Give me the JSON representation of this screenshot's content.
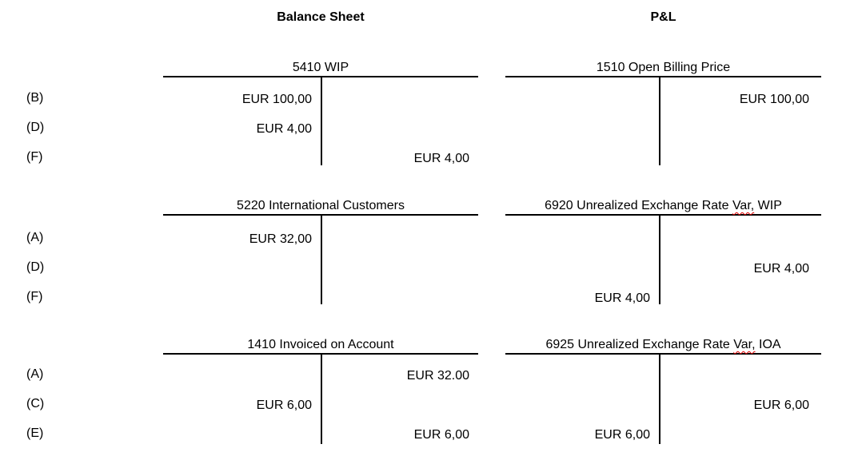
{
  "page": {
    "background_color": "#ffffff",
    "text_color": "#000000",
    "line_color": "#000000",
    "spellcheck_underline_color": "#e00000"
  },
  "headers": {
    "left": "Balance Sheet",
    "right": "P&L"
  },
  "row_labels": {
    "group1": [
      "(B)",
      "(D)",
      "(F)"
    ],
    "group2": [
      "(A)",
      "(D)",
      "(F)"
    ],
    "group3": [
      "(A)",
      "(C)",
      "(E)"
    ]
  },
  "accounts": {
    "wip": {
      "title": "5410 WIP",
      "rows": [
        {
          "debit": "EUR 100,00",
          "credit": ""
        },
        {
          "debit": "EUR 4,00",
          "credit": ""
        },
        {
          "debit": "",
          "credit": "EUR 4,00"
        }
      ]
    },
    "open_billing_price": {
      "title": "1510 Open Billing Price",
      "rows": [
        {
          "debit": "",
          "credit": "EUR 100,00"
        },
        {
          "debit": "",
          "credit": ""
        },
        {
          "debit": "",
          "credit": ""
        }
      ]
    },
    "international_customers": {
      "title": "5220 International Customers",
      "rows": [
        {
          "debit": "EUR 32,00",
          "credit": ""
        },
        {
          "debit": "",
          "credit": ""
        },
        {
          "debit": "",
          "credit": ""
        }
      ]
    },
    "unrealized_var_wip": {
      "title_prefix": "6920 Unrealized Exchange Rate ",
      "title_misspelled": "Var,",
      "title_suffix": " WIP",
      "rows": [
        {
          "debit": "",
          "credit": ""
        },
        {
          "debit": "",
          "credit": "EUR 4,00"
        },
        {
          "debit": "EUR 4,00",
          "credit": ""
        }
      ]
    },
    "invoiced_on_account": {
      "title": "1410 Invoiced on Account",
      "rows": [
        {
          "debit": "",
          "credit": "EUR 32.00"
        },
        {
          "debit": "EUR 6,00",
          "credit": ""
        },
        {
          "debit": "",
          "credit": "EUR 6,00"
        }
      ]
    },
    "unrealized_var_ioa": {
      "title_prefix": "6925 Unrealized Exchange Rate ",
      "title_misspelled": "Var,",
      "title_suffix": " IOA",
      "rows": [
        {
          "debit": "",
          "credit": ""
        },
        {
          "debit": "",
          "credit": "EUR 6,00"
        },
        {
          "debit": "EUR 6,00",
          "credit": ""
        }
      ]
    }
  }
}
